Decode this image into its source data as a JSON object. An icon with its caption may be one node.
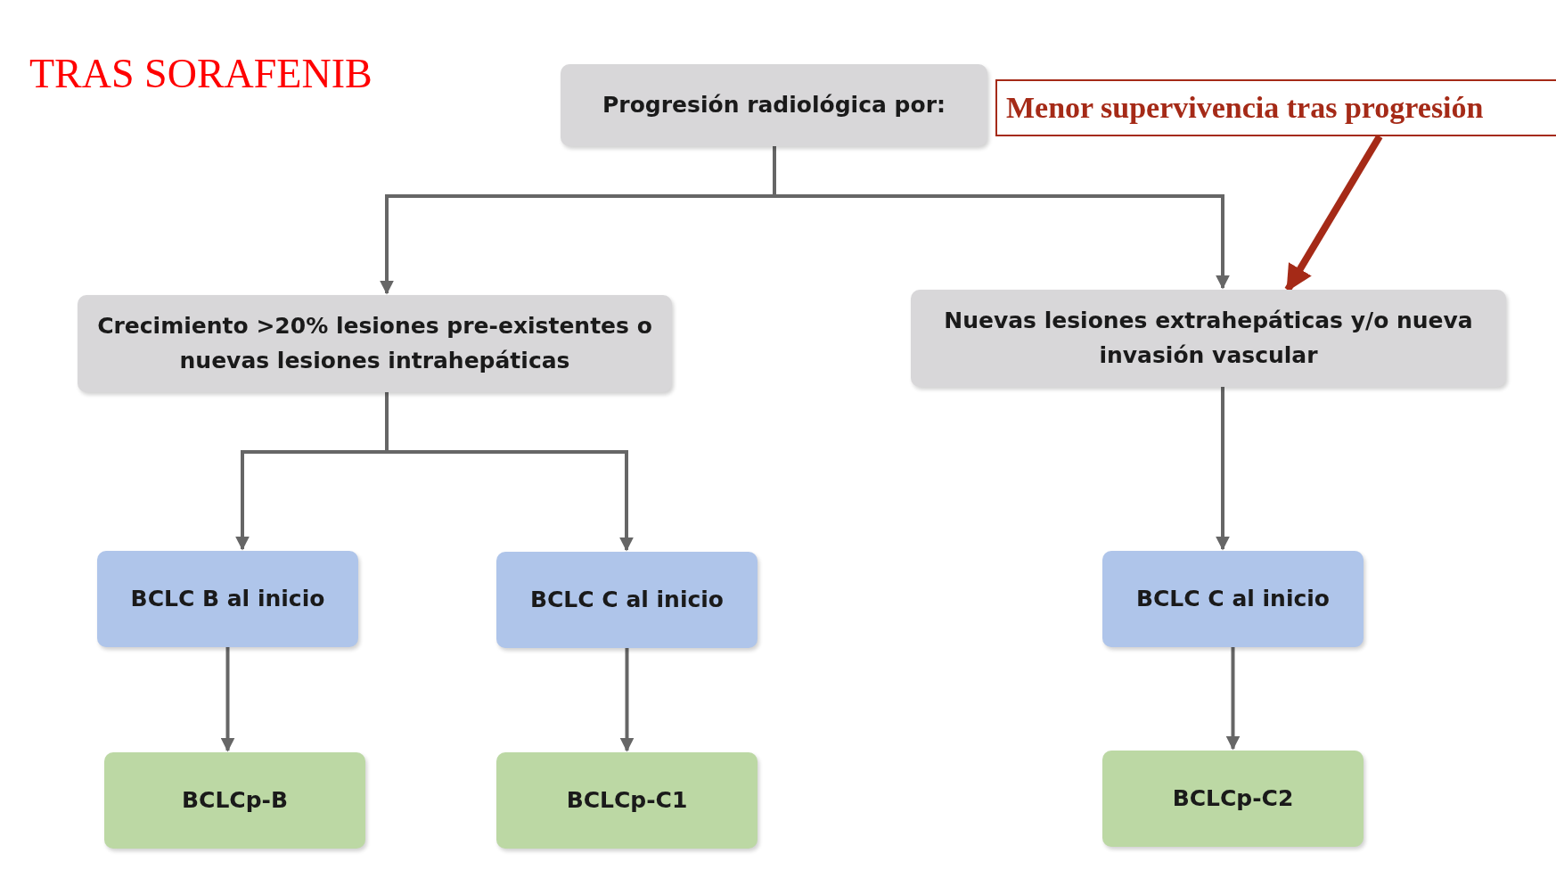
{
  "diagram": {
    "title": "TRAS SORAFENIB",
    "nodes": [
      {
        "text": [
          "Progresión radiológica por:"
        ]
      },
      {
        "text": [
          "Menor supervivencia tras progresión"
        ]
      },
      {
        "text": [
          "Crecimiento >20% lesiones pre-existentes o nuevas lesiones intrahepáticas"
        ]
      },
      {
        "text": [
          "Nuevas lesiones extrahepáticas y/o nueva invasión vascular"
        ]
      },
      {
        "text": [
          "BCLC B al inicio"
        ]
      },
      {
        "text": [
          "BCLC C al inicio"
        ]
      },
      {
        "text": [
          "BCLC C al inicio"
        ]
      },
      {
        "text": [
          "BCLCp-B"
        ]
      },
      {
        "text": [
          "BCLCp-C1"
        ]
      },
      {
        "text": [
          "BCLCp-C2"
        ]
      }
    ],
    "edges": [
      {
        "from": 0,
        "to": 2,
        "arrow": "to"
      },
      {
        "from": 0,
        "to": 3,
        "arrow": "to"
      },
      {
        "from": 2,
        "to": 4,
        "arrow": "to"
      },
      {
        "from": 2,
        "to": 5,
        "arrow": "to"
      },
      {
        "from": 3,
        "to": 6,
        "arrow": "to"
      },
      {
        "from": 4,
        "to": 7,
        "arrow": "to"
      },
      {
        "from": 5,
        "to": 8,
        "arrow": "to"
      },
      {
        "from": 6,
        "to": 9,
        "arrow": "to"
      },
      {
        "from": 1,
        "to": 3,
        "arrow": "to",
        "style": "thick",
        "color": "#a52a17"
      }
    ]
  }
}
